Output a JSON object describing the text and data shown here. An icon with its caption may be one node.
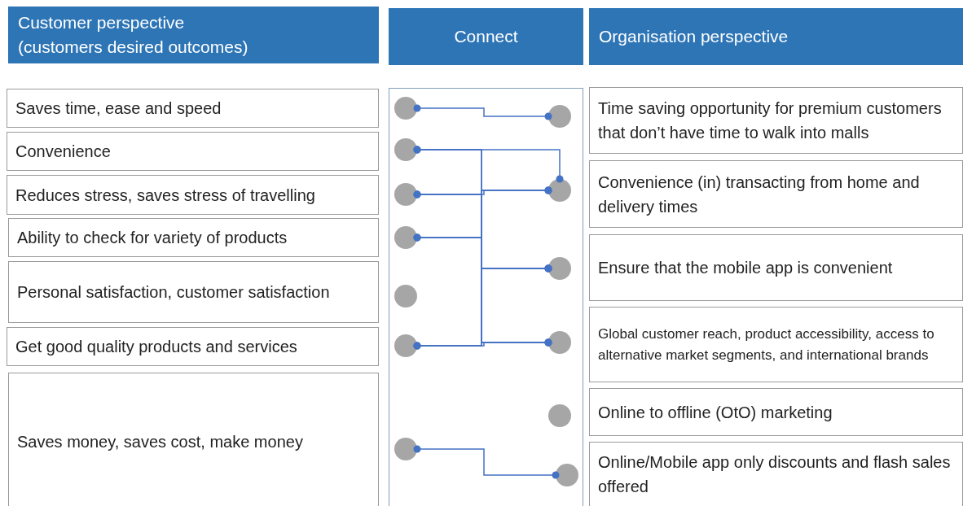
{
  "diagram": {
    "nodes": [
      {
        "text": [
          "Customer perspective (customers desired outcomes)"
        ]
      },
      {
        "text": [
          "Connect"
        ]
      },
      {
        "text": [
          "Organisation perspective"
        ]
      },
      {
        "text": [
          "Saves time, ease and speed"
        ]
      },
      {
        "text": [
          "Convenience"
        ]
      },
      {
        "text": [
          "Reduces stress, saves stress of travelling"
        ]
      },
      {
        "text": [
          "Ability to check for variety of products"
        ]
      },
      {
        "text": [
          "Personal satisfaction, customer satisfaction"
        ]
      },
      {
        "text": [
          "Get good quality products and services"
        ]
      },
      {
        "text": [
          "Saves money, saves cost, make money"
        ]
      },
      {
        "text": [],
        "shape": "box"
      },
      {
        "text": [],
        "shape": "circle",
        "in": 10
      },
      {
        "text": [],
        "shape": "circle",
        "in": 10
      },
      {
        "text": [],
        "shape": "circle",
        "in": 10
      },
      {
        "text": [],
        "shape": "circle",
        "in": 10
      },
      {
        "text": [],
        "shape": "circle",
        "in": 10
      },
      {
        "text": [],
        "shape": "circle",
        "in": 10
      },
      {
        "text": [],
        "shape": "circle",
        "in": 10
      },
      {
        "text": [],
        "shape": "circle",
        "in": 10
      },
      {
        "text": [],
        "shape": "circle",
        "in": 10
      },
      {
        "text": [],
        "shape": "circle",
        "in": 10
      },
      {
        "text": [],
        "shape": "circle",
        "in": 10
      },
      {
        "text": [],
        "shape": "circle",
        "in": 10
      },
      {
        "text": [],
        "shape": "circle",
        "in": 10
      },
      {
        "text": [
          "Time saving opportunity for premium customers that don’t have time to walk into malls"
        ]
      },
      {
        "text": [
          "Convenience (in) transacting from home and delivery times"
        ]
      },
      {
        "text": [
          "Ensure that the mobile app is convenient"
        ]
      },
      {
        "text": [
          "Global customer reach, product accessibility, access to alternative market segments, and international brands"
        ]
      },
      {
        "text": [
          "Online to offline (OtO) marketing"
        ]
      },
      {
        "text": [
          "Online/Mobile app only discounts and flash sales offered"
        ]
      }
    ],
    "edges": [
      {
        "from": 11,
        "to": 18,
        "arrow": "other"
      },
      {
        "from": 12,
        "to": 19,
        "arrow": "other"
      },
      {
        "from": 12,
        "to": 20,
        "arrow": "other"
      },
      {
        "from": 12,
        "to": 21,
        "arrow": "other"
      },
      {
        "from": 13,
        "to": 19,
        "arrow": "other"
      },
      {
        "from": 13,
        "to": 20,
        "arrow": "other"
      },
      {
        "from": 13,
        "to": 21,
        "arrow": "other"
      },
      {
        "from": 14,
        "to": 19,
        "arrow": "other"
      },
      {
        "from": 14,
        "to": 20,
        "arrow": "other"
      },
      {
        "from": 14,
        "to": 21,
        "arrow": "other"
      },
      {
        "from": 16,
        "to": 19,
        "arrow": "other"
      },
      {
        "from": 16,
        "to": 20,
        "arrow": "other"
      },
      {
        "from": 16,
        "to": 21,
        "arrow": "other"
      },
      {
        "from": 17,
        "to": 23,
        "arrow": "other"
      }
    ]
  }
}
